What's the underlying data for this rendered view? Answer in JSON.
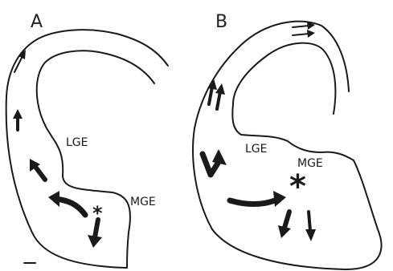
{
  "panels": {
    "a": {
      "label": "A",
      "lge": "LGE",
      "mge": "MGE"
    },
    "b": {
      "label": "B",
      "lge": "LGE",
      "mge": "MGE"
    }
  },
  "marker_symbol": "*",
  "colors": {
    "ink": "#1a1a1a",
    "background": "#ffffff"
  }
}
